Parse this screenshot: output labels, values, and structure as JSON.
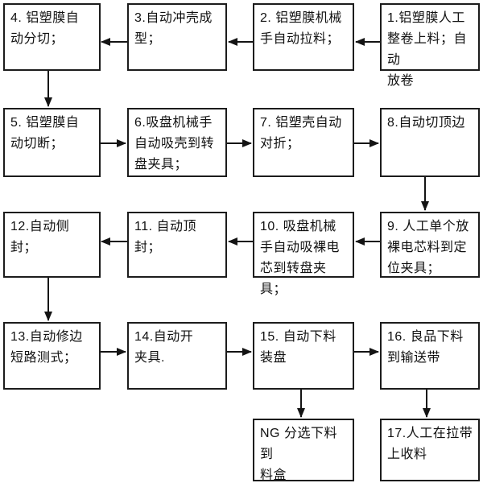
{
  "diagram": {
    "type": "flowchart",
    "background_color": "#ffffff",
    "box_border_color": "#1c1c1c",
    "text_color": "#111111",
    "arrow_color": "#141414",
    "boxes": [
      {
        "id": "1",
        "text": "1.铝塑膜人工\n整卷上料；自动\n放卷"
      },
      {
        "id": "2",
        "text": "2. 铝塑膜机械\n手自动拉料；"
      },
      {
        "id": "3",
        "text": "3.自动冲壳成\n型；"
      },
      {
        "id": "4",
        "text": "4. 铝塑膜自\n动分切；"
      },
      {
        "id": "5",
        "text": "5. 铝塑膜自\n动切断；"
      },
      {
        "id": "6",
        "text": "6.吸盘机械手\n自动吸壳到转\n盘夹具；"
      },
      {
        "id": "7",
        "text": "7. 铝塑壳自动\n对折；"
      },
      {
        "id": "8",
        "text": "8.自动切顶边"
      },
      {
        "id": "9",
        "text": "9. 人工单个放\n裸电芯料到定\n位夹具；"
      },
      {
        "id": "10",
        "text": "10. 吸盘机械\n手自动吸裸电\n芯到转盘夹具；"
      },
      {
        "id": "11",
        "text": "11. 自动顶封；"
      },
      {
        "id": "12",
        "text": "12.自动侧封；"
      },
      {
        "id": "13",
        "text": "13.自动修边\n短路测式；"
      },
      {
        "id": "14",
        "text": "14.自动开\n夹具."
      },
      {
        "id": "15",
        "text": "15. 自动下料\n装盘"
      },
      {
        "id": "16",
        "text": "16. 良品下料\n到输送带"
      },
      {
        "id": "NG",
        "text": "NG 分选下料到\n料盒"
      },
      {
        "id": "17",
        "text": "17.人工在拉带\n上收料"
      }
    ],
    "edges": [
      "1→2",
      "2→3",
      "3→4",
      "4→5",
      "5→6",
      "6→7",
      "7→8",
      "8→9",
      "9→10",
      "10→11",
      "11→12",
      "12→13",
      "13→14",
      "14→15",
      "15→16",
      "15→NG",
      "16→17"
    ]
  }
}
